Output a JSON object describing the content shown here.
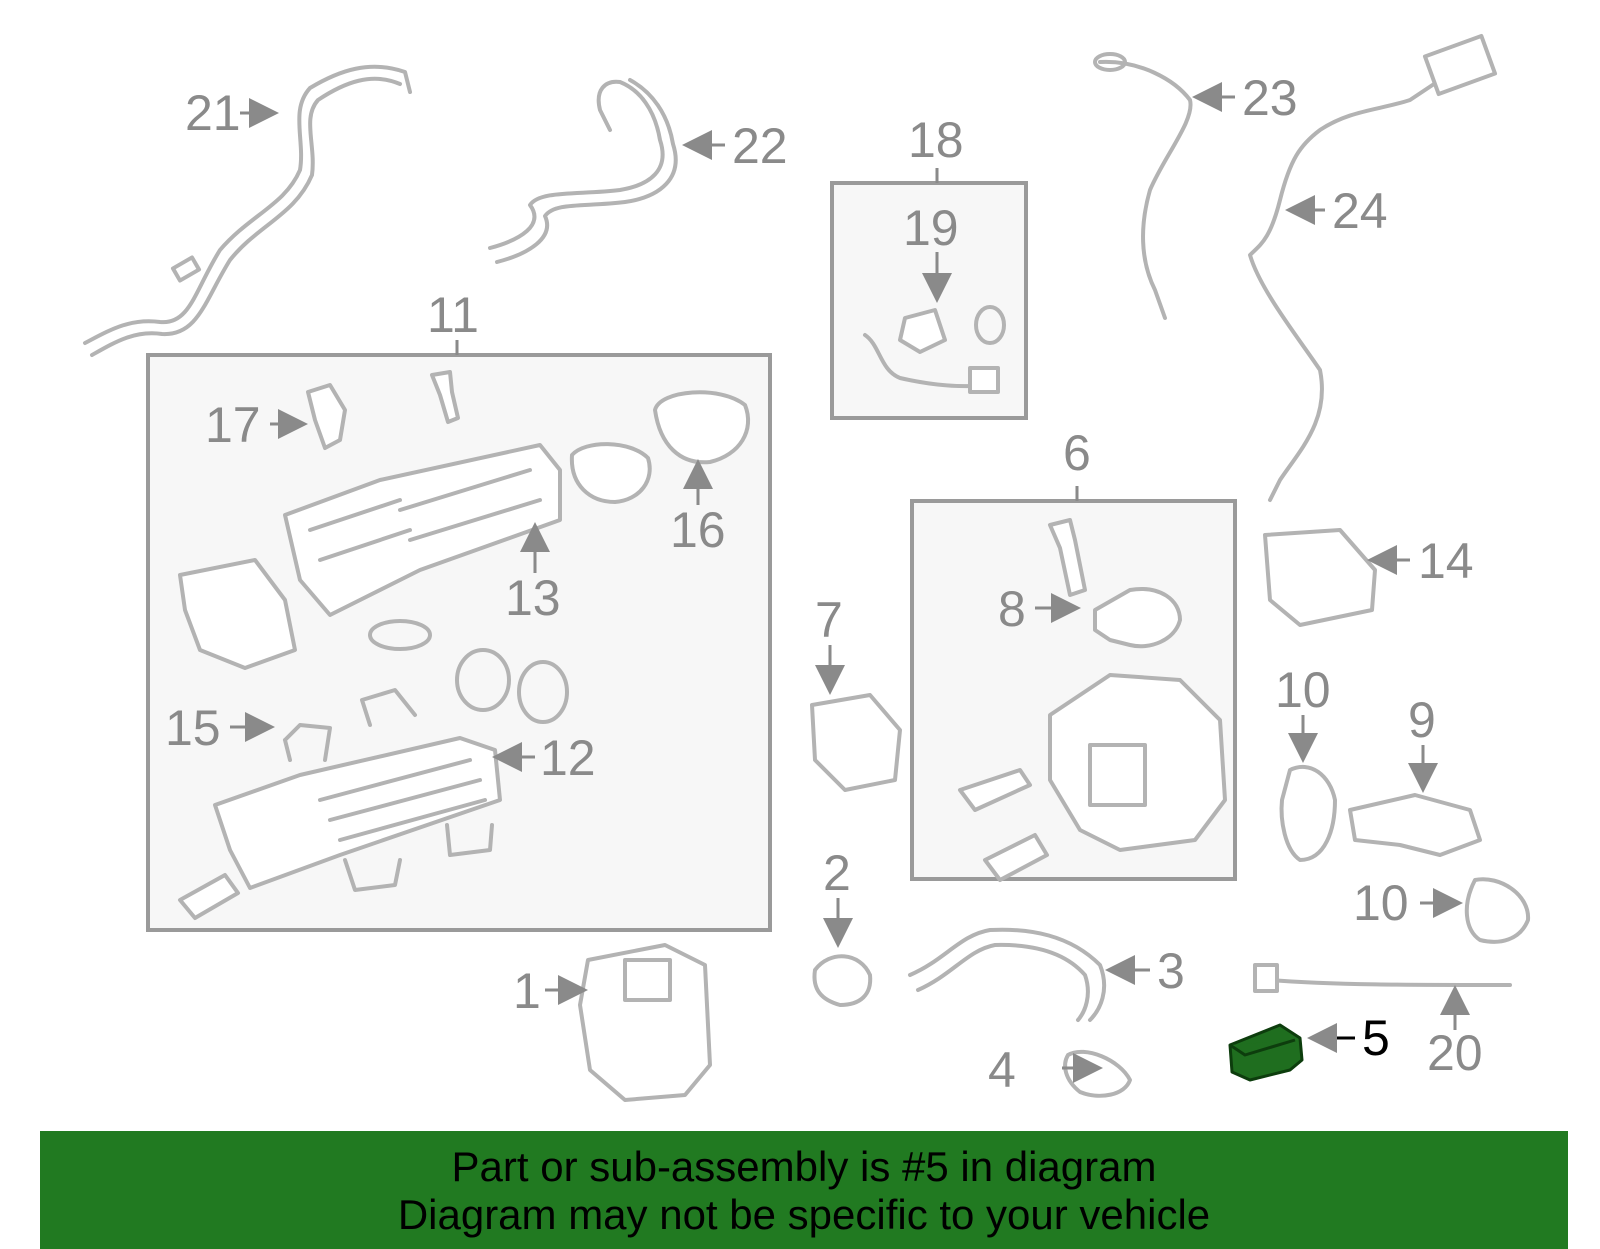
{
  "diagram": {
    "callouts": [
      {
        "id": "c1",
        "label": "1"
      },
      {
        "id": "c2",
        "label": "2"
      },
      {
        "id": "c3",
        "label": "3"
      },
      {
        "id": "c4",
        "label": "4"
      },
      {
        "id": "c5",
        "label": "5",
        "highlighted": true
      },
      {
        "id": "c6",
        "label": "6"
      },
      {
        "id": "c7",
        "label": "7"
      },
      {
        "id": "c8",
        "label": "8"
      },
      {
        "id": "c9",
        "label": "9"
      },
      {
        "id": "c10a",
        "label": "10"
      },
      {
        "id": "c10b",
        "label": "10"
      },
      {
        "id": "c11",
        "label": "11"
      },
      {
        "id": "c12",
        "label": "12"
      },
      {
        "id": "c13",
        "label": "13"
      },
      {
        "id": "c14",
        "label": "14"
      },
      {
        "id": "c15",
        "label": "15"
      },
      {
        "id": "c16",
        "label": "16"
      },
      {
        "id": "c17",
        "label": "17"
      },
      {
        "id": "c18",
        "label": "18"
      },
      {
        "id": "c19",
        "label": "19"
      },
      {
        "id": "c20",
        "label": "20"
      },
      {
        "id": "c21",
        "label": "21"
      },
      {
        "id": "c22",
        "label": "22"
      },
      {
        "id": "c23",
        "label": "23"
      },
      {
        "id": "c24",
        "label": "24"
      }
    ],
    "highlight_color": "#1f6e1f",
    "line_color": "#b3b3b3"
  },
  "banner": {
    "line1": "Part or sub-assembly is #5 in diagram",
    "line2": "Diagram may not be specific to your vehicle",
    "background": "#217a21"
  }
}
